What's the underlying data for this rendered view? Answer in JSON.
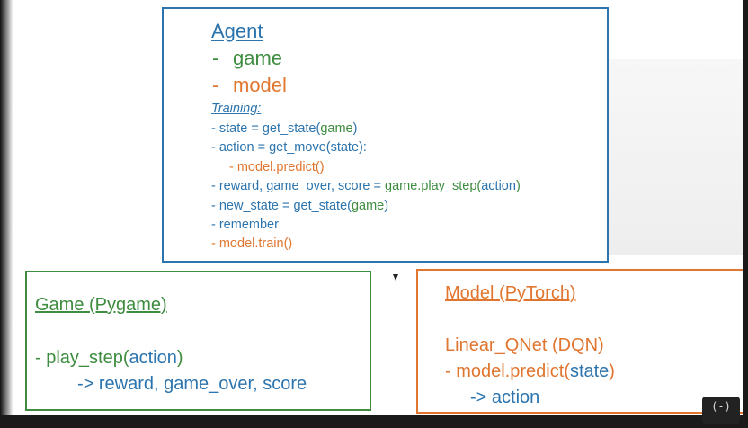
{
  "agent": {
    "title": "Agent",
    "attrs": [
      {
        "dash": "-",
        "text": "game",
        "color": "#3d8c3f"
      },
      {
        "dash": "-",
        "text": "model",
        "color": "#e0762f"
      }
    ],
    "training_label": "Training:",
    "lines": [
      {
        "segments": [
          {
            "text": "- state = get_state(",
            "c": "blue"
          },
          {
            "text": "game",
            "c": "green"
          },
          {
            "text": ")",
            "c": "blue"
          }
        ]
      },
      {
        "segments": [
          {
            "text": "- action = get_move(state):",
            "c": "blue"
          }
        ]
      },
      {
        "segments": [
          {
            "text": "- model.predict()",
            "c": "orange"
          }
        ]
      },
      {
        "segments": [
          {
            "text": "- reward, game_over, score = ",
            "c": "blue"
          },
          {
            "text": "game.play_step(",
            "c": "green"
          },
          {
            "text": "action",
            "c": "blue"
          },
          {
            "text": ")",
            "c": "green"
          }
        ]
      },
      {
        "segments": [
          {
            "text": "- new_state = get_state(",
            "c": "blue"
          },
          {
            "text": "game",
            "c": "green"
          },
          {
            "text": ")",
            "c": "blue"
          }
        ]
      },
      {
        "segments": [
          {
            "text": "- remember",
            "c": "blue"
          }
        ]
      },
      {
        "segments": [
          {
            "text": "- model.train()",
            "c": "orange"
          }
        ]
      }
    ]
  },
  "game": {
    "title": "Game (Pygame)",
    "lines": [
      {
        "segments": [
          {
            "text": "- play_step(",
            "c": "green"
          },
          {
            "text": "action",
            "c": "blue"
          },
          {
            "text": ")",
            "c": "green"
          }
        ]
      },
      {
        "segments": [
          {
            "text": "-> reward, game_over, score",
            "c": "blue"
          }
        ]
      }
    ]
  },
  "model": {
    "title": "Model (PyTorch)",
    "subtitle": "Linear_QNet (DQN)",
    "lines": [
      {
        "segments": [
          {
            "text": "- model.predict(",
            "c": "orange"
          },
          {
            "text": "state",
            "c": "blue"
          },
          {
            "text": ")",
            "c": "orange"
          }
        ]
      },
      {
        "segments": [
          {
            "text": "-> action",
            "c": "blue"
          }
        ]
      }
    ]
  },
  "badge": {
    "text": "(-)"
  },
  "colors": {
    "blue": "#2c74ad",
    "green": "#3d8c3f",
    "orange": "#e0762f"
  }
}
